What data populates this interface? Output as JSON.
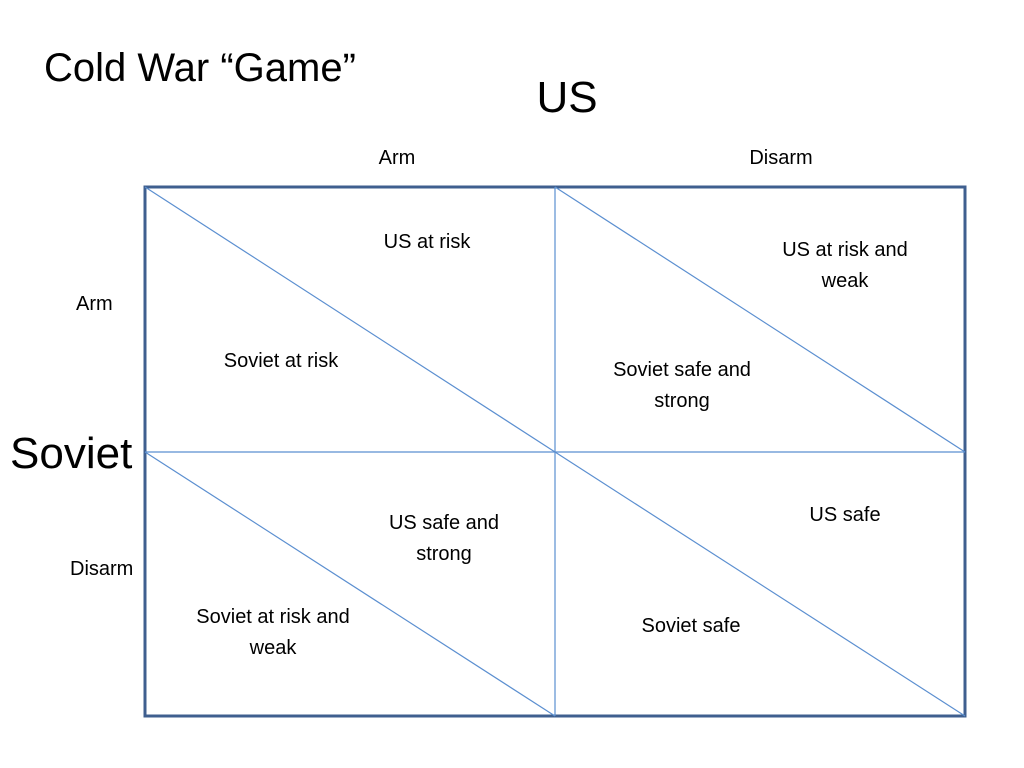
{
  "title": "Cold War “Game”",
  "players": {
    "column": "US",
    "row": "Soviet"
  },
  "strategies": {
    "column": [
      "Arm",
      "Disarm"
    ],
    "row": [
      "Arm",
      "Disarm"
    ]
  },
  "cells": [
    {
      "row": "Arm",
      "column": "Arm",
      "us_outcome": "US at risk",
      "soviet_outcome": "Soviet at risk"
    },
    {
      "row": "Arm",
      "column": "Disarm",
      "us_outcome": "US at risk and weak",
      "soviet_outcome": "Soviet safe and strong"
    },
    {
      "row": "Disarm",
      "column": "Arm",
      "us_outcome": "US safe and strong",
      "soviet_outcome": "Soviet at risk and weak"
    },
    {
      "row": "Disarm",
      "column": "Disarm",
      "us_outcome": "US safe",
      "soviet_outcome": "Soviet safe"
    }
  ],
  "colors": {
    "border": "#3f5f8f",
    "inner_lines": "#5b8fd0",
    "text": "#000000"
  }
}
